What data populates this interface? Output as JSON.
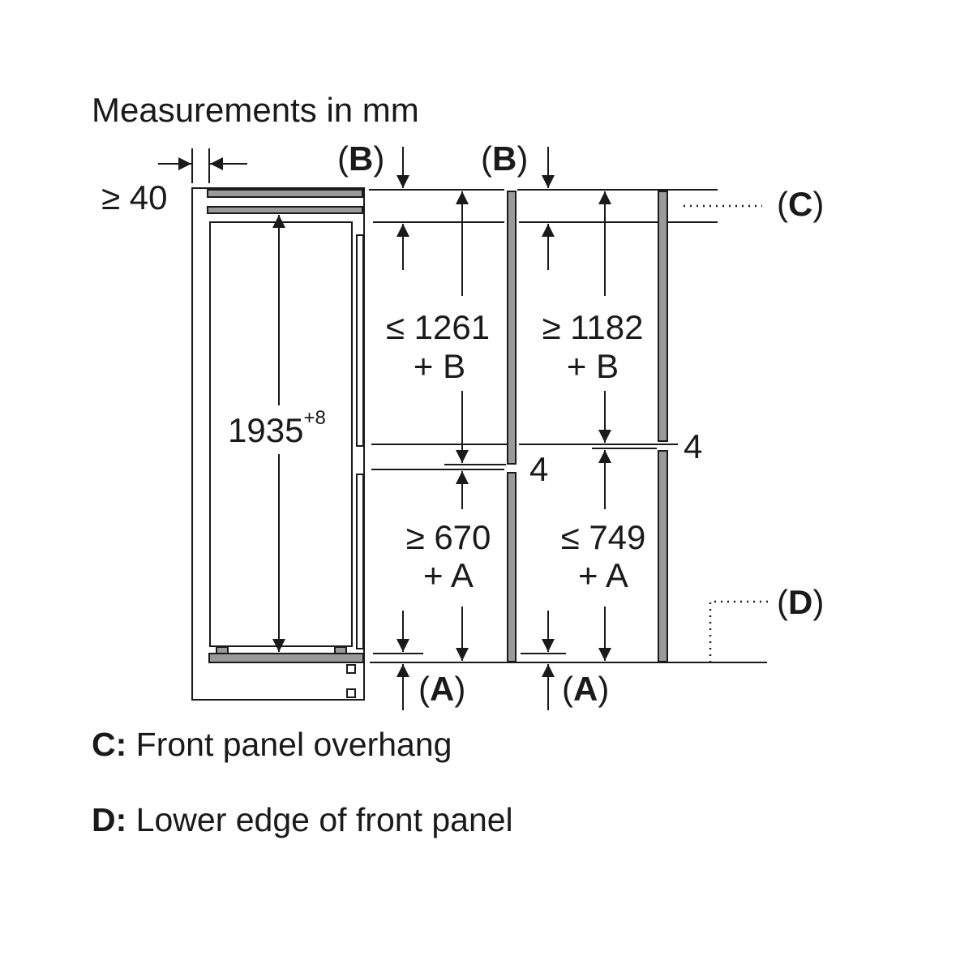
{
  "title": "Measurements in mm",
  "labels": {
    "B": "B",
    "A": "A",
    "C": "C",
    "D": "D",
    "min_40": "≥ 40",
    "height_main": "1935",
    "height_sup": "+8",
    "upper_left_1": "≤ 1261",
    "upper_left_2": "+ B",
    "upper_right_1": "≥ 1182",
    "upper_right_2": "+ B",
    "lower_left_1": "≥ 670",
    "lower_left_2": "+ A",
    "lower_right_1": "≤ 749",
    "lower_right_2": "+ A",
    "gap_left": "4",
    "gap_right": "4"
  },
  "legend": [
    {
      "key": "C:",
      "text": "Front panel overhang"
    },
    {
      "key": "D:",
      "text": "Lower edge of front panel"
    }
  ],
  "colors": {
    "line": "#1a1a1a",
    "panel": "#9a9a9a"
  }
}
